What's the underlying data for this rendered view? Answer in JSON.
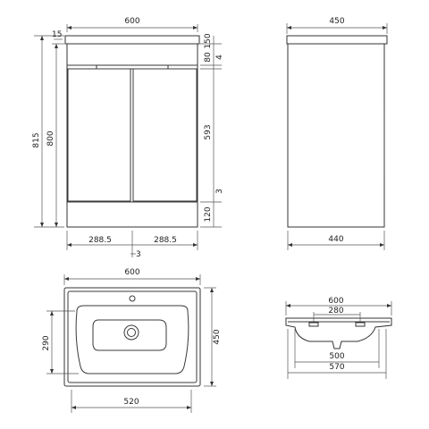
{
  "front_view": {
    "width": "600",
    "left_overall": "815",
    "left_inner": "800",
    "top_thickness": "15",
    "top_band": "150",
    "handle_band": "80",
    "handle_gap": "4",
    "door_height": "593",
    "door_bottom_gap": "3",
    "plinth": "120",
    "half_left": "288.5",
    "half_right": "288.5",
    "center_gap": "3"
  },
  "side_view": {
    "top_width": "450",
    "bottom_width": "440"
  },
  "basin_top_view": {
    "width": "600",
    "depth": "450",
    "bowl_depth": "290",
    "bowl_width": "520"
  },
  "basin_front_view": {
    "width": "600",
    "tap_span": "280",
    "inner_width": "500",
    "outer_width": "570"
  }
}
